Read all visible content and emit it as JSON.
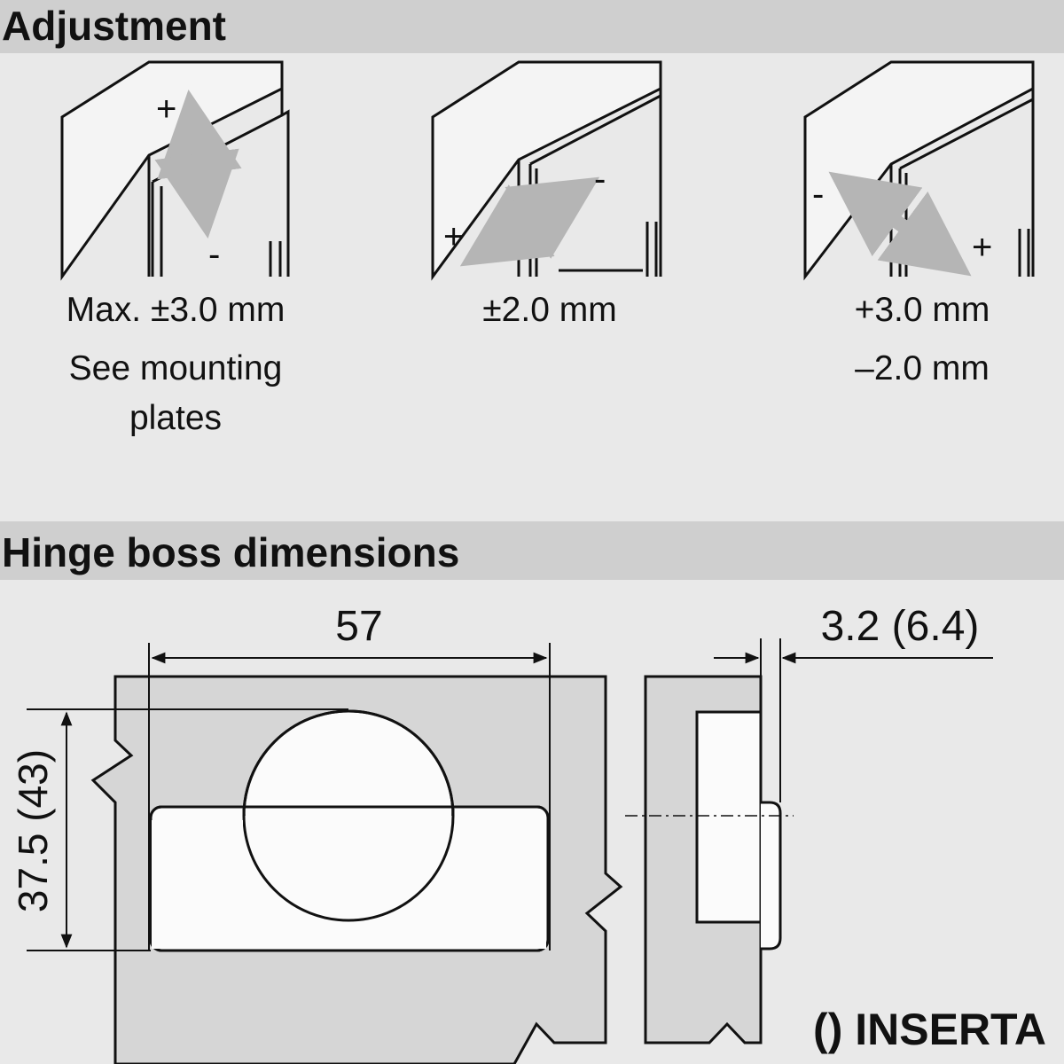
{
  "adjustment": {
    "title": "Adjustment",
    "items": [
      {
        "lines": [
          "Max. ±3.0 mm",
          "See mounting",
          "plates"
        ],
        "plus_sign": "+",
        "minus_sign": "-"
      },
      {
        "lines": [
          "±2.0 mm"
        ],
        "plus_sign": "+",
        "minus_sign": "-"
      },
      {
        "lines": [
          "+3.0 mm",
          "–2.0 mm"
        ],
        "plus_sign": "+",
        "minus_sign": "-"
      }
    ]
  },
  "hinge_boss": {
    "title": "Hinge boss dimensions",
    "width_dim": "57",
    "height_dim": "37.5 (43)",
    "depth_dim": "3.2 (6.4)",
    "legend": "() INSERTA"
  },
  "colors": {
    "section_bar": "#cfcfcf",
    "background": "#e9e9e9",
    "arrow": "#b5b5b5",
    "part_fill": "#d6d6d6",
    "line": "#111111"
  }
}
